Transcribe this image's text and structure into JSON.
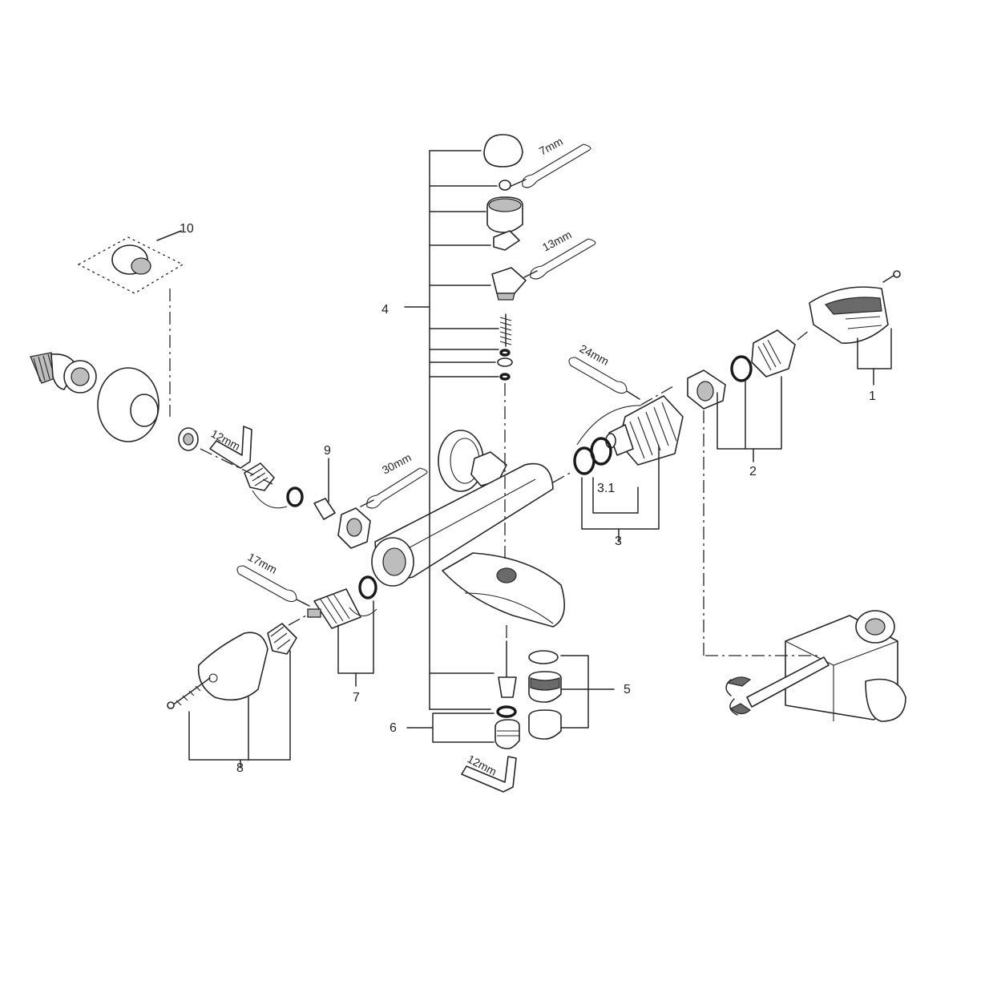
{
  "labels": {
    "p1": "1",
    "p2": "2",
    "p3": "3",
    "p31": "3.1",
    "p4": "4",
    "p5": "5",
    "p6": "6",
    "p7": "7",
    "p8": "8",
    "p9": "9",
    "p10": "10"
  },
  "tools": {
    "w7": "7mm",
    "w13": "13mm",
    "w24": "24mm",
    "w30": "30mm",
    "w17": "17mm",
    "h12_left": "12mm",
    "h12_bottom": "12mm"
  },
  "colors": {
    "line": "#262626",
    "shade": "#bdbdbd",
    "background": "#ffffff"
  }
}
